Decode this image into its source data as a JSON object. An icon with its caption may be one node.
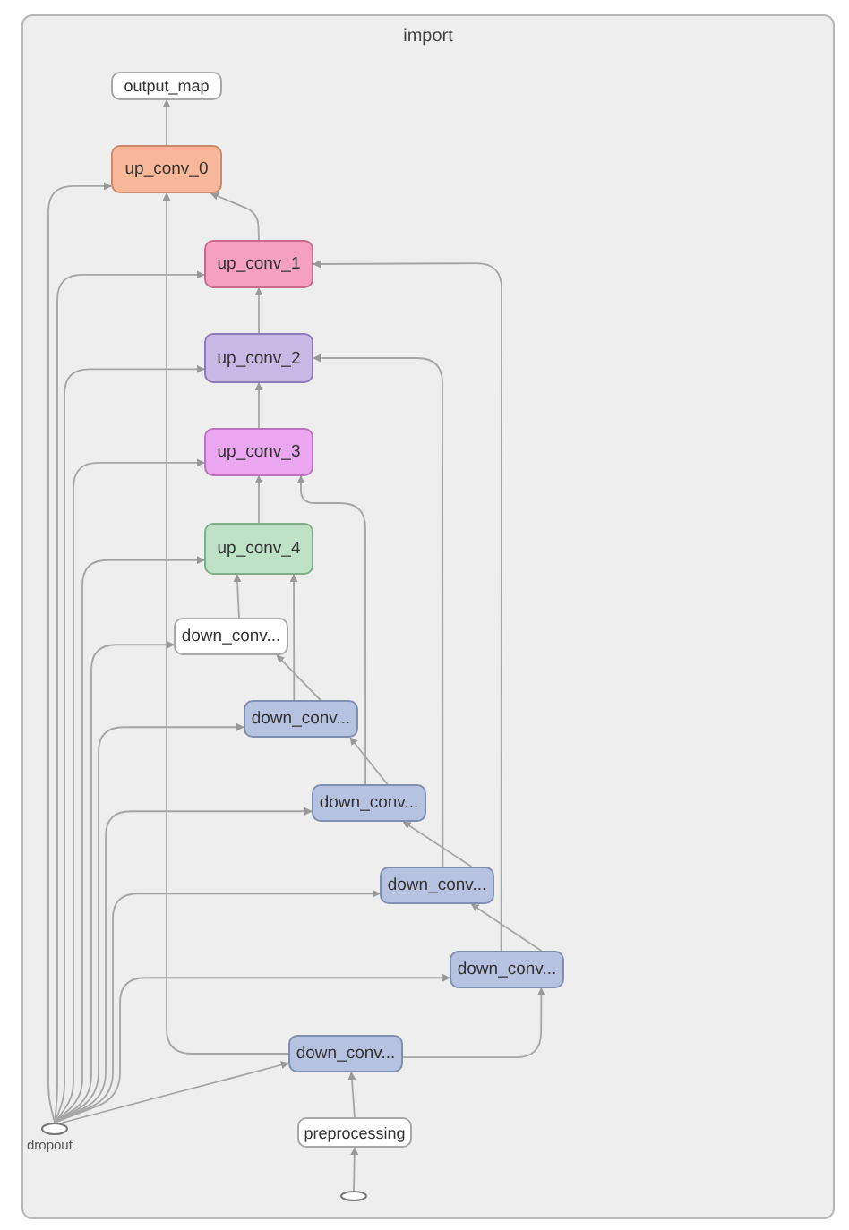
{
  "diagram": {
    "nodes": [
      {
        "text": [
          "import"
        ]
      },
      {
        "text": [
          "output_map"
        ],
        "in": 0
      },
      {
        "text": [
          "up_conv_0"
        ],
        "in": 0
      },
      {
        "text": [
          "up_conv_1"
        ],
        "in": 0
      },
      {
        "text": [
          "up_conv_2"
        ],
        "in": 0
      },
      {
        "text": [
          "up_conv_3"
        ],
        "in": 0
      },
      {
        "text": [
          "up_conv_4"
        ],
        "in": 0
      },
      {
        "text": [
          "down_conv..."
        ],
        "in": 0
      },
      {
        "text": [
          "down_conv..."
        ],
        "in": 0
      },
      {
        "text": [
          "down_conv..."
        ],
        "in": 0
      },
      {
        "text": [
          "down_conv..."
        ],
        "in": 0
      },
      {
        "text": [
          "down_conv..."
        ],
        "in": 0
      },
      {
        "text": [
          "down_conv..."
        ],
        "in": 0
      },
      {
        "text": [
          "preprocessing"
        ],
        "in": 0
      },
      {
        "text": [],
        "shape": "ellipse",
        "beside": [
          "dropout"
        ],
        "in": 0
      },
      {
        "text": [],
        "shape": "ellipse",
        "in": 0
      }
    ],
    "edges": [
      {
        "from": 2,
        "to": 1,
        "arrow": "to"
      },
      {
        "from": 3,
        "to": 2,
        "arrow": "to"
      },
      {
        "from": 4,
        "to": 3,
        "arrow": "to"
      },
      {
        "from": 5,
        "to": 4,
        "arrow": "to"
      },
      {
        "from": 6,
        "to": 5,
        "arrow": "to"
      },
      {
        "from": 7,
        "to": 6,
        "arrow": "to"
      },
      {
        "from": 8,
        "to": 7,
        "arrow": "to"
      },
      {
        "from": 8,
        "to": 6,
        "arrow": "to"
      },
      {
        "from": 9,
        "to": 8,
        "arrow": "to"
      },
      {
        "from": 9,
        "to": 5,
        "arrow": "to"
      },
      {
        "from": 10,
        "to": 9,
        "arrow": "to"
      },
      {
        "from": 10,
        "to": 4,
        "arrow": "to"
      },
      {
        "from": 11,
        "to": 10,
        "arrow": "to"
      },
      {
        "from": 11,
        "to": 3,
        "arrow": "to"
      },
      {
        "from": 12,
        "to": 11,
        "arrow": "to"
      },
      {
        "from": 12,
        "to": 2,
        "arrow": "to"
      },
      {
        "from": 13,
        "to": 12,
        "arrow": "to"
      },
      {
        "from": 15,
        "to": 13,
        "arrow": "to"
      },
      {
        "from": 14,
        "to": 2,
        "arrow": "to"
      },
      {
        "from": 14,
        "to": 3,
        "arrow": "to"
      },
      {
        "from": 14,
        "to": 4,
        "arrow": "to"
      },
      {
        "from": 14,
        "to": 5,
        "arrow": "to"
      },
      {
        "from": 14,
        "to": 6,
        "arrow": "to"
      },
      {
        "from": 14,
        "to": 7,
        "arrow": "to"
      },
      {
        "from": 14,
        "to": 8,
        "arrow": "to"
      },
      {
        "from": 14,
        "to": 9,
        "arrow": "to"
      },
      {
        "from": 14,
        "to": 10,
        "arrow": "to"
      },
      {
        "from": 14,
        "to": 11,
        "arrow": "to"
      },
      {
        "from": 14,
        "to": 12,
        "arrow": "to"
      }
    ]
  }
}
